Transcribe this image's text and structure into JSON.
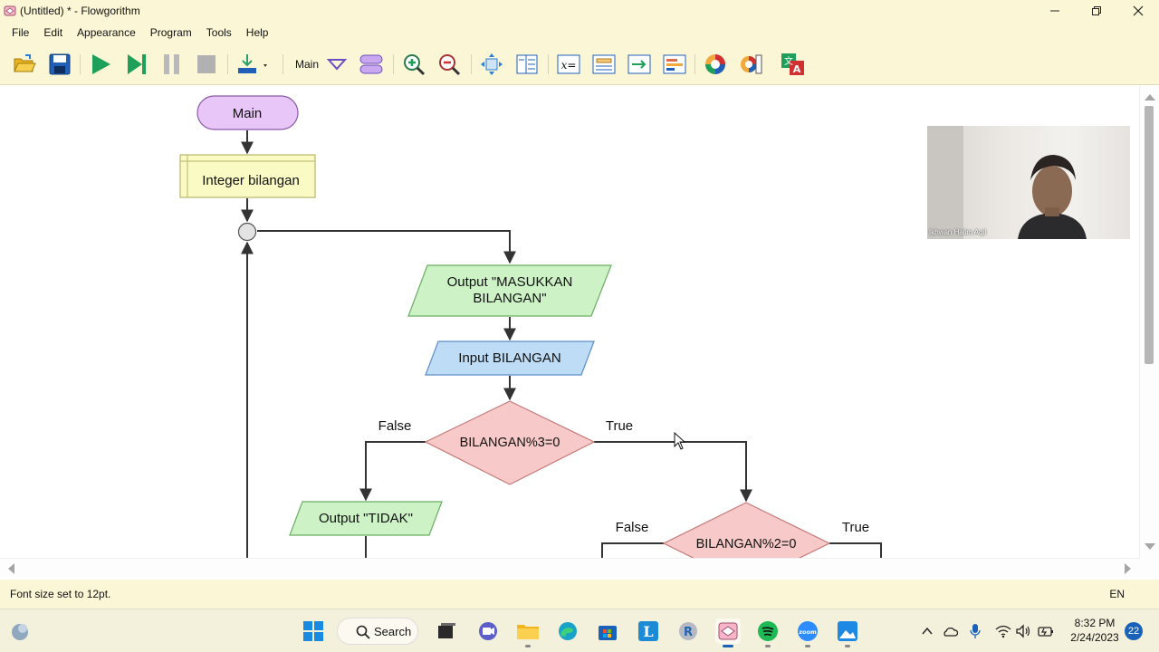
{
  "window": {
    "title": "(Untitled) * - Flowgorithm"
  },
  "menu": [
    "File",
    "Edit",
    "Appearance",
    "Program",
    "Tools",
    "Help"
  ],
  "toolbar": {
    "function_selector": "Main"
  },
  "flowchart": {
    "start": "Main",
    "declare": "Integer bilangan",
    "output1": "Output \"MASUKKAN BILANGAN\"",
    "output1_line1": "Output \"MASUKKAN",
    "output1_line2": "BILANGAN\"",
    "input1": "Input BILANGAN",
    "decision1": "BILANGAN%3=0",
    "decision1_false": "False",
    "decision1_true": "True",
    "output_tidak": "Output \"TIDAK\"",
    "decision2": "BILANGAN%2=0",
    "decision2_false": "False",
    "decision2_true": "True"
  },
  "webcam": {
    "name": "Ikhwan Halim Aqil"
  },
  "status": {
    "message": "Font size set to 12pt.",
    "language": "EN"
  },
  "taskbar": {
    "search_label": "Search",
    "time": "8:32 PM",
    "date": "2/24/2023",
    "notifications": "22"
  }
}
